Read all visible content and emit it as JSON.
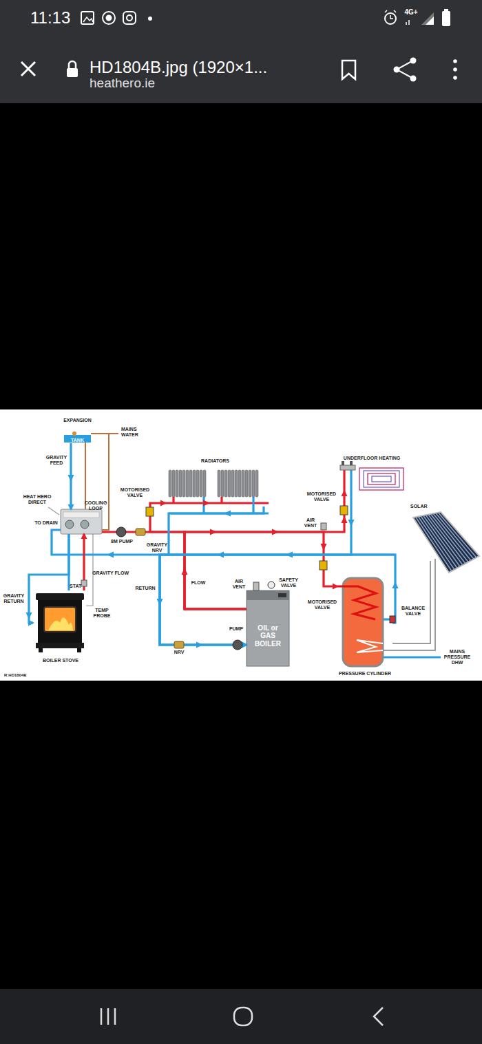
{
  "diagram": {
    "nodes": [
      {
        "text": [
          "EXPANSION",
          "TANK"
        ]
      },
      {
        "text": [
          "HEAT HERO DIRECT"
        ]
      },
      {
        "text": [
          "RADIATORS"
        ]
      },
      {
        "text": [
          "UNDERFLOOR HEATING"
        ]
      },
      {
        "text": [
          "SOLAR"
        ]
      },
      {
        "text": [
          "BOILER STOVE"
        ]
      },
      {
        "text": [
          "OIL or GAS BOILER"
        ]
      },
      {
        "text": [
          "PRESSURE CYLINDER"
        ]
      }
    ],
    "edges": [
      {
        "from": 0,
        "to": 1,
        "arrow": "to"
      },
      {
        "from": 5,
        "to": 1,
        "arrow": "to"
      },
      {
        "from": 1,
        "to": 5,
        "arrow": "to"
      },
      {
        "from": 6,
        "to": 2,
        "arrow": "to"
      },
      {
        "from": 6,
        "to": 3,
        "arrow": "to"
      },
      {
        "from": 6,
        "to": 7,
        "arrow": "to"
      },
      {
        "from": 2,
        "to": 6,
        "arrow": "to"
      },
      {
        "from": 3,
        "to": 6,
        "arrow": "to"
      },
      {
        "from": 7,
        "to": 6,
        "arrow": "to"
      },
      {
        "from": 4,
        "to": 7,
        "arrow": "none"
      }
    ],
    "labels": [
      "11:13",
      "4G+",
      "HD1804B.jpg (1920×1...",
      "heathero.ie",
      "MAINS WATER",
      "GRAVITY FEED",
      "TO DRAIN",
      "COOLING LOOP",
      "MOTORISED VALVE",
      "8M PUMP",
      "GRAVITY NRV",
      "AIR VENT",
      "MOTORISED VALVE",
      "GRAVITY FLOW",
      "STAT",
      "TEMP PROBE",
      "GRAVITY RETURN",
      "RETURN",
      "FLOW",
      "AIR VENT",
      "SAFETY VALVE",
      "PUMP",
      "NRV",
      "MOTORISED VALVE",
      "BALANCE VALVE",
      "MAINS PRESSURE DHW",
      "R:HD1804B"
    ]
  }
}
